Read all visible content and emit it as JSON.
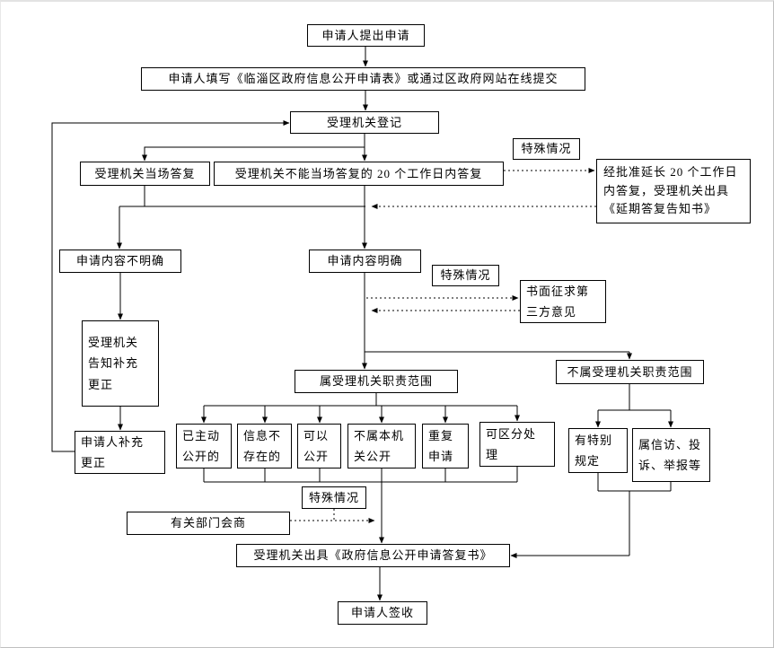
{
  "page": {
    "background": "#ffffff",
    "line_color": "#000000",
    "box_border_color": "#000000"
  },
  "nodes": {
    "apply": {
      "label": "申请人提出申请"
    },
    "fill_form": {
      "label": "申请人填写《临淄区政府信息公开申请表》或通过区政府网站在线提交"
    },
    "register": {
      "label": "受理机关登记"
    },
    "onsite_reply": {
      "label": "受理机关当场答复"
    },
    "reply_20days": {
      "label": "受理机关不能当场答复的 20 个工作日内答复"
    },
    "special_case_1": {
      "label": "特殊情况"
    },
    "extend_reply": {
      "lines": [
        "经批准延长 20 个工作日",
        "内答复，受理机关出具",
        "《延期答复告知书》"
      ]
    },
    "content_unclear": {
      "label": "申请内容不明确"
    },
    "content_clear": {
      "label": "申请内容明确"
    },
    "special_case_2": {
      "label": "特殊情况"
    },
    "third_party": {
      "lines": [
        "书面征求第",
        "三方意见"
      ]
    },
    "notify_supplement": {
      "lines": [
        "受理机关",
        "告知补充",
        "更正"
      ]
    },
    "in_scope": {
      "label": "属受理机关职责范围"
    },
    "out_scope": {
      "label": "不属受理机关职责范围"
    },
    "supplement": {
      "lines": [
        "申请人补充",
        "更正"
      ]
    },
    "already_public": {
      "lines": [
        "已主动",
        "公开的"
      ]
    },
    "info_not_exist": {
      "lines": [
        "信息不",
        "存在的"
      ]
    },
    "can_public": {
      "lines": [
        "可以",
        "公开"
      ]
    },
    "not_this_org": {
      "lines": [
        "不属本机",
        "关公开"
      ]
    },
    "repeat_apply": {
      "lines": [
        "重复",
        "申请"
      ]
    },
    "distinguish": {
      "lines": [
        "可区分处",
        "理"
      ]
    },
    "special_rule": {
      "lines": [
        "有特别",
        "规定"
      ]
    },
    "petition": {
      "lines": [
        "属信访、投",
        "诉、举报等"
      ]
    },
    "special_case_3": {
      "label": "特殊情况"
    },
    "consult": {
      "label": "有关部门会商"
    },
    "reply_doc": {
      "label": "受理机关出具《政府信息公开申请答复书》"
    },
    "sign": {
      "label": "申请人签收"
    }
  }
}
